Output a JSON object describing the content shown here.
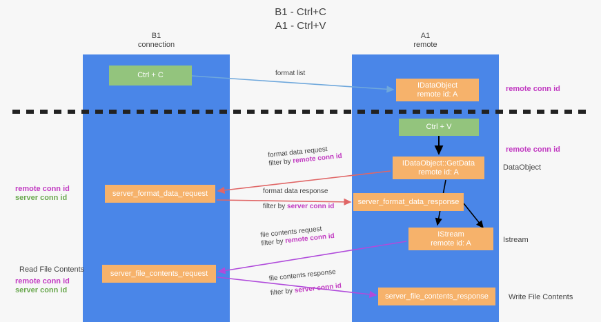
{
  "title": {
    "line1": "B1 - Ctrl+C",
    "line2": "A1 - Ctrl+V"
  },
  "lanes": [
    {
      "id": "b1",
      "name": "B1",
      "role": "connection",
      "color": "#4a86e8"
    },
    {
      "id": "a1",
      "name": "A1",
      "role": "remote",
      "color": "#4a86e8"
    }
  ],
  "nodes": {
    "ctrl_c": {
      "label": "Ctrl + C",
      "color": "#93c47d"
    },
    "idataobject": {
      "label": "IDataObject",
      "sub": "remote id: A",
      "color": "#f6b26b"
    },
    "ctrl_v": {
      "label": "Ctrl + V",
      "color": "#93c47d"
    },
    "getdata": {
      "label": "IDataObject::GetData",
      "sub": "remote id: A",
      "color": "#f6b26b"
    },
    "server_format_data_request": {
      "label": "server_format_data_request",
      "color": "#f6b26b"
    },
    "server_format_data_response": {
      "label": "server_format_data_response",
      "color": "#f6b26b"
    },
    "istream": {
      "label": "IStream",
      "sub": "remote id: A",
      "color": "#f6b26b"
    },
    "server_file_contents_request": {
      "label": "server_file_contents_request",
      "color": "#f6b26b"
    },
    "server_file_contents_response": {
      "label": "server_file_contents_response",
      "color": "#f6b26b"
    }
  },
  "edges": {
    "format_list": {
      "label": "format list"
    },
    "format_data_request": {
      "label": "format data request",
      "filter_prefix": "filter by ",
      "filter_key": "remote conn id"
    },
    "format_data_response": {
      "label": "format data response",
      "filter_prefix": "filter by ",
      "filter_key": "server conn id"
    },
    "file_contents_request": {
      "label": "file contents request",
      "filter_prefix": "filter by ",
      "filter_key": "remote conn id"
    },
    "file_contents_response": {
      "label": "file contents response",
      "filter_prefix": "filter by ",
      "filter_key": "server conn id"
    }
  },
  "annotations": {
    "right_remote_conn_id_top": "remote conn id",
    "right_remote_conn_id_mid": "remote conn id",
    "right_dataobject": "DataObject",
    "right_istream": "Istream",
    "right_write_file_contents": "Write File Contents",
    "left_remote_conn_id_mid": "remote conn id",
    "left_server_conn_id_mid": "server conn id",
    "left_read_file_contents": "Read File Contents",
    "left_remote_conn_id_bottom": "remote conn id",
    "left_server_conn_id_bottom": "server conn id"
  },
  "colors": {
    "lane": "#4a86e8",
    "green_node": "#93c47d",
    "orange_node": "#f6b26b",
    "magenta_text": "#c13ac1",
    "green_text": "#6aa84f",
    "divider": "#222222",
    "arrow_blue": "#6fa8dc",
    "arrow_red": "#e06666",
    "arrow_purple": "#b04bdb",
    "arrow_black": "#000000"
  }
}
